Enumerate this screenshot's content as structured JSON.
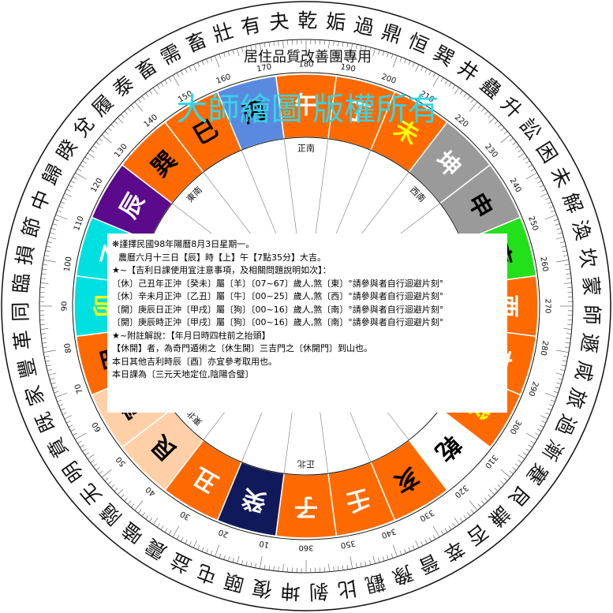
{
  "studio": {
    "title": "大師繪圖 版權所有",
    "subtitle": "居住品質改善團專用"
  },
  "compass": {
    "outer_ring_chars": [
      "姤",
      "過",
      "鼎",
      "恒",
      "巽",
      "井",
      "蠱",
      "升",
      "訟",
      "困",
      "未",
      "解",
      "渙",
      "坎",
      "蒙",
      "師",
      "遯",
      "咸",
      "旅",
      "過",
      "漸",
      "蹇",
      "艮",
      "謙",
      "否",
      "萃",
      "晉",
      "豫",
      "觀",
      "比",
      "剝",
      "坤",
      "復",
      "頤",
      "屯",
      "益",
      "震",
      "嗑",
      "隨",
      "无",
      "明",
      "賁",
      "既",
      "家",
      "豐",
      "革",
      "同",
      "臨",
      "損",
      "節",
      "中",
      "歸",
      "睽",
      "兌",
      "履",
      "泰",
      "畜",
      "需",
      "畜",
      "壯",
      "有",
      "夬",
      "乾"
    ],
    "degree_labels": [
      "10",
      "20",
      "30",
      "40",
      "50",
      "60",
      "70",
      "80",
      "90",
      "100",
      "110",
      "120",
      "130",
      "140",
      "150",
      "160",
      "170",
      "180",
      "190",
      "200",
      "210",
      "220",
      "230",
      "240",
      "250",
      "260",
      "270",
      "280",
      "290",
      "300",
      "310",
      "320",
      "330",
      "340",
      "350",
      "360"
    ],
    "mountains": [
      {
        "char": "午",
        "color": "#ff6a00",
        "text_color": "#ffffff"
      },
      {
        "char": "丁",
        "color": "#ff6a00",
        "text_color": "#ffffff"
      },
      {
        "char": "未",
        "color": "#ff6a00",
        "text_color": "#ffff00"
      },
      {
        "char": "坤",
        "color": "#9a9a9a",
        "text_color": "#ffffff"
      },
      {
        "char": "申",
        "color": "#9a9a9a",
        "text_color": "#000000"
      },
      {
        "char": "庚",
        "color": "#22e01a",
        "text_color": "#000000"
      },
      {
        "char": "酉",
        "color": "#ff6a00",
        "text_color": "#ffffff"
      },
      {
        "char": "辛",
        "color": "#ff6a00",
        "text_color": "#ffffff"
      },
      {
        "char": "戌",
        "color": "#ff6a00",
        "text_color": "#ffff00"
      },
      {
        "char": "乾",
        "color": "#ffffff",
        "text_color": "#000000"
      },
      {
        "char": "亥",
        "color": "#ff6a00",
        "text_color": "#000000"
      },
      {
        "char": "壬",
        "color": "#ff6a00",
        "text_color": "#ffffff"
      },
      {
        "char": "子",
        "color": "#ff6a00",
        "text_color": "#ffffff"
      },
      {
        "char": "癸",
        "color": "#101a5a",
        "text_color": "#ffffff"
      },
      {
        "char": "丑",
        "color": "#ff6a00",
        "text_color": "#ffffff"
      },
      {
        "char": "艮",
        "color": "#ffd0a8",
        "text_color": "#000000"
      },
      {
        "char": "寅",
        "color": "#ffd0a8",
        "text_color": "#000000"
      },
      {
        "char": "甲",
        "color": "#ff6a00",
        "text_color": "#000000"
      },
      {
        "char": "卯",
        "color": "#00e0e0",
        "text_color": "#ffff00"
      },
      {
        "char": "乙",
        "color": "#00e0e0",
        "text_color": "#ffffff"
      },
      {
        "char": "辰",
        "color": "#5a0a8a",
        "text_color": "#ffffff"
      },
      {
        "char": "巽",
        "color": "#ff6a00",
        "text_color": "#000000"
      },
      {
        "char": "巳",
        "color": "#ff6a00",
        "text_color": "#000000"
      },
      {
        "char": "丙",
        "color": "#5a8ae0",
        "text_color": "#000000"
      }
    ],
    "direction_labels": [
      {
        "label": "正南",
        "deg": 180
      },
      {
        "label": "西南",
        "deg": 225
      },
      {
        "label": "東南",
        "deg": 135
      },
      {
        "label": "東北",
        "deg": 45
      },
      {
        "label": "正北",
        "deg": 0
      }
    ]
  },
  "note": {
    "lines": [
      "❋謹擇民國98年陽曆8月3日星期一。",
      "農曆六月十三日【辰】時【上】午【7點35分】大吉。",
      "★~【吉利日課使用宜注意事項，及相關問題說明如次】：",
      "〔休〕己丑年正沖〔癸未〕屬〔羊〕〔07~67〕歲人‚煞〔東〕°請參與者自行迴避片刻°",
      "〔休〕辛未月正沖〔乙丑〕屬〔牛〕〔00~25〕歲人‚煞〔西〕°請參與者自行迴避片刻°",
      "〔開〕庚辰日正沖〔甲戌〕屬〔狗〕〔00~16〕歲人‚煞〔南〕°請參與者自行迴避片刻°",
      "〔開〕庚辰時正沖〔甲戌〕屬〔狗〕〔00~16〕歲人‚煞〔南〕°請參與者自行迴避片刻°",
      "★~附註解說：【年月日時四柱前之抬頭】",
      "【休開】者，為奇門遁術之〔休生開〕三吉門之〔休開門〕到山也。",
      "本日其他吉利時辰〔酉〕亦宜參考取用也。",
      "本日課為〔三元天地定位‚陰陽合璧〕"
    ]
  }
}
